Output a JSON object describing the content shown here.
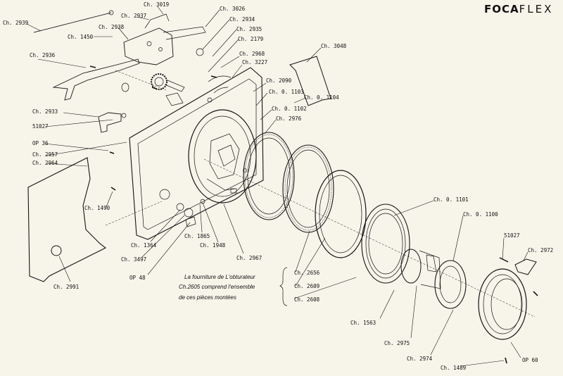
{
  "brand": {
    "word1": "FOCA",
    "word2": "FLEX"
  },
  "note": {
    "line1": "La fourniture de L'obturateur",
    "line2": "Ch.2605 comprend l'ensemble",
    "line3": "de ces pièces montées"
  },
  "labels": [
    "Ch. 2939",
    "Ch. 2937",
    "Ch. 3019",
    "Ch. 2938",
    "Ch. 1450",
    "Ch. 3026",
    "Ch. 2934",
    "Ch. 2935",
    "Ch. 2179",
    "Ch. 2936",
    "Ch. 2968",
    "Ch. 3227",
    "Ch. 3048",
    "Ch. 2090",
    "Ch. 0. 1103",
    "Ch. 0. 1104",
    "Ch. 0. 1102",
    "Ch. 2976",
    "Ch. 2933",
    "51027",
    "OP 36",
    "Ch. 2957",
    "Ch. 2964",
    "Ch. 1490",
    "Ch. 1364",
    "Ch. 3497",
    "OP 48",
    "Ch. 1865",
    "Ch. 1948",
    "Ch. 2967",
    "Ch. 2991",
    "Ch. 2656",
    "Ch. 2609",
    "Ch. 2608",
    "Ch. 0. 1101",
    "Ch. 0. 1100",
    "Ch. 1563",
    "Ch. 2975",
    "Ch. 2974",
    "51027",
    "Ch. 2972",
    "Ch. 1489",
    "OP 60"
  ]
}
